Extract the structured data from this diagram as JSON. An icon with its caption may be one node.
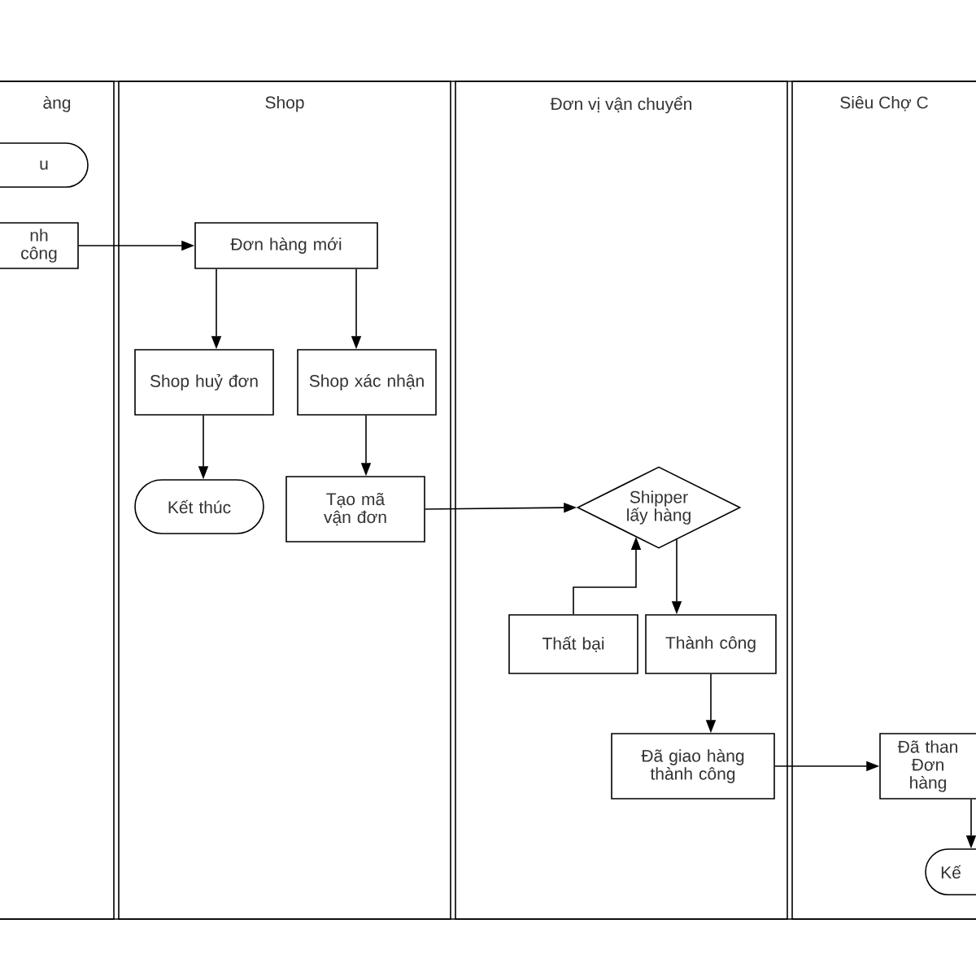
{
  "diagram": {
    "nodes": [
      {
        "text": [
          "àng"
        ]
      },
      {
        "text": [
          "Shop"
        ]
      },
      {
        "text": [
          "Đơn vị vận chuyển"
        ]
      },
      {
        "text": [
          "Siêu Chợ C"
        ]
      },
      {
        "text": [
          "u"
        ],
        "in": 0
      },
      {
        "text": [
          "nh công"
        ],
        "in": 0
      },
      {
        "text": [
          "Đơn hàng mới"
        ],
        "in": 1
      },
      {
        "text": [
          "Shop huỷ đơn"
        ],
        "in": 1
      },
      {
        "text": [
          "Shop xác nhận"
        ],
        "in": 1
      },
      {
        "text": [
          "Kết thúc"
        ],
        "in": 1
      },
      {
        "text": [
          "Tạo mã vận đơn"
        ],
        "in": 1
      },
      {
        "text": [
          "Shipper lấy hàng"
        ],
        "in": 2
      },
      {
        "text": [
          "Thất bại"
        ],
        "in": 2
      },
      {
        "text": [
          "Thành công"
        ],
        "in": 2
      },
      {
        "text": [
          "Đã giao hàng thành công"
        ],
        "in": 2
      },
      {
        "text": [
          "Đã than Đơn hàng"
        ],
        "in": 3
      },
      {
        "text": [
          "Kế"
        ],
        "in": 3
      }
    ],
    "edges": [
      {
        "from": 5,
        "to": 6,
        "arrow": "to"
      },
      {
        "from": 6,
        "to": 7,
        "arrow": "to"
      },
      {
        "from": 6,
        "to": 8,
        "arrow": "to"
      },
      {
        "from": 7,
        "to": 9,
        "arrow": "to"
      },
      {
        "from": 8,
        "to": 10,
        "arrow": "to"
      },
      {
        "from": 10,
        "to": 11,
        "arrow": "to"
      },
      {
        "from": 12,
        "to": 11,
        "arrow": "to"
      },
      {
        "from": 11,
        "to": 13,
        "arrow": "to"
      },
      {
        "from": 13,
        "to": 14,
        "arrow": "to"
      },
      {
        "from": 14,
        "to": 15,
        "arrow": "to"
      },
      {
        "from": 15,
        "to": 16,
        "arrow": "to"
      }
    ]
  }
}
